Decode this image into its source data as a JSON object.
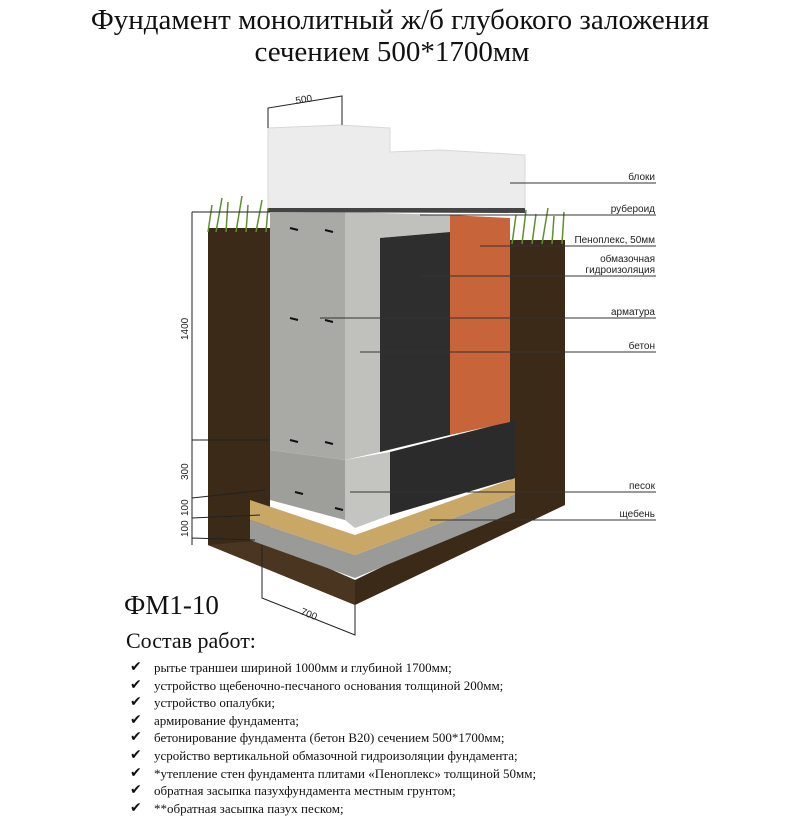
{
  "title": {
    "line1": "Фундамент монолитный ж/б глубокого заложения",
    "line2": "сечением 500*1700мм"
  },
  "diagram": {
    "labels": [
      "блоки",
      "рубероид",
      "Пеноплекс, 50мм",
      "обмазочная",
      "гидроизоляция",
      "арматура",
      "бетон",
      "песок",
      "щебень"
    ],
    "dimensions": {
      "top": "500",
      "bottom": "700",
      "height_main": "1400",
      "height_base": "300",
      "sand": "100",
      "gravel": "100"
    }
  },
  "code": "ФМ1-10",
  "works_title": "Состав работ:",
  "works": [
    "рытье траншеи шириной 1000мм и глубиной 1700мм;",
    "устройство щебеночно-песчаного основания толщиной 200мм;",
    "устройство опалубки;",
    "армирование фундамента;",
    "бетонирование фундамента (бетон В20) сечением 500*1700мм;",
    "усройство вертикальной обмазочной гидроизоляции фундамента;",
    "*утепление стен фундамента плитами «Пеноплекс» толщиной 50мм;",
    "обратная засыпка пазухфундамента местным грунтом;",
    "**обратная засыпка пазух песком;"
  ],
  "colors": {
    "soil": "#3b2a17",
    "concrete": "#a9a9a6",
    "waterproof": "#2b2b2b",
    "penoplex": "#c8643a",
    "sand": "#c9a766",
    "gravel": "#9a9a98",
    "grass": "#5f8f2e"
  }
}
